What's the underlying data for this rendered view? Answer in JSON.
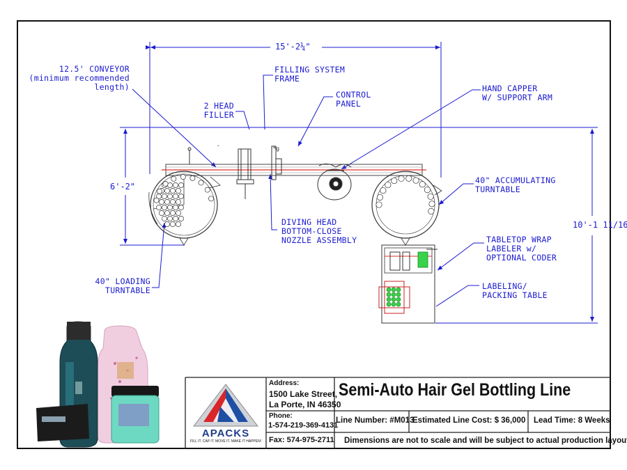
{
  "dimensions": {
    "overall_width": "15'-2¼\"",
    "height_left": "6'-2\"",
    "height_right": "10'-1 11/16\""
  },
  "labels": {
    "conveyor": "12.5' CONVEYOR\n(minimum recommended\nlength)",
    "filling_frame": "FILLING SYSTEM\nFRAME",
    "control_panel": "CONTROL\nPANEL",
    "filler": "2 HEAD\nFILLER",
    "hand_capper": "HAND CAPPER\nW/ SUPPORT ARM",
    "accumulating_turntable": "40\" ACCUMULATING\nTURNTABLE",
    "diving_head": "DIVING HEAD\nBOTTOM-CLOSE\nNOZZLE ASSEMBLY",
    "loading_turntable": "40\" LOADING\nTURNTABLE",
    "wrap_labeler": "TABLETOP WRAP\nLABELER w/\nOPTIONAL CODER",
    "packing_table": "LABELING/\nPACKING TABLE"
  },
  "title_block": {
    "logo_text": "APACKS",
    "tagline": "FILL IT. CAP IT. MOVE IT. MAKE IT HAPPEN!",
    "address_label": "Address:",
    "address_line1": "1500 Lake Street,",
    "address_line2": "La Porte, IN 46350",
    "phone_label": "Phone:",
    "phone": "1-574-219-369-4131",
    "fax": "Fax: 574-975-2711",
    "title": "Semi-Auto Hair Gel Bottling Line",
    "line_number": "Line Number: #M013",
    "estimated_cost": "Estimated Line Cost:  $ 36,000",
    "lead_time": "Lead Time: 8 Weeks",
    "disclaimer": "Dimensions are not to scale and will be subject to actual production layout"
  },
  "colors": {
    "annotation": "#1a1ad0",
    "centerline": "#e0302a",
    "logo_red": "#d8262b",
    "logo_blue": "#1f4fa3"
  }
}
